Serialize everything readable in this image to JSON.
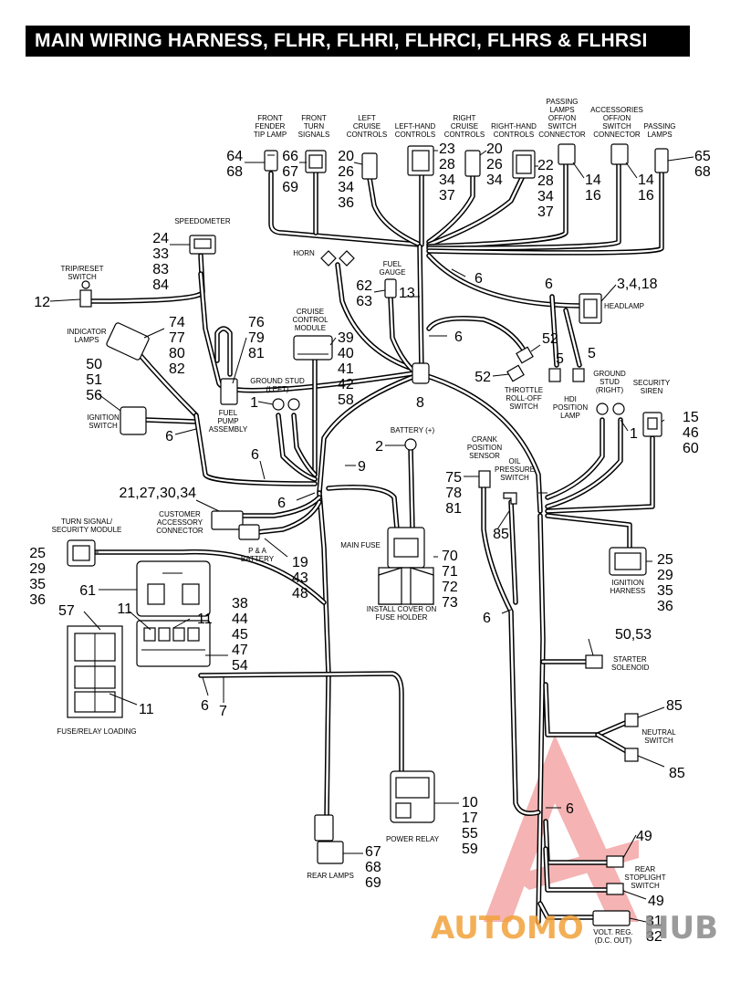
{
  "title": "MAIN WIRING HARNESS, FLHR, FLHRI, FLHRCI, FLHRS & FLHRSI",
  "watermark": {
    "text_left": "AUTOMO",
    "text_right": "HUB",
    "color_orange": "#f2a23a",
    "color_red": "#e83a3a"
  },
  "labels": {
    "front_fender_tip_lamp": [
      "FRONT",
      "FENDER",
      "TIP LAMP"
    ],
    "front_turn_signals": [
      "FRONT",
      "TURN",
      "SIGNALS"
    ],
    "left_cruise_controls": [
      "LEFT",
      "CRUISE",
      "CONTROLS"
    ],
    "left_hand_controls": [
      "LEFT-HAND",
      "CONTROLS"
    ],
    "right_cruise_controls": [
      "RIGHT",
      "CRUISE",
      "CONTROLS"
    ],
    "right_hand_controls": [
      "RIGHT-HAND",
      "CONTROLS"
    ],
    "passing_lamps_switch": [
      "PASSING",
      "LAMPS",
      "OFF/ON",
      "SWITCH",
      "CONNECTOR"
    ],
    "accessories_switch": [
      "ACCESSORIES",
      "OFF/ON",
      "SWITCH",
      "CONNECTOR"
    ],
    "passing_lamps": [
      "PASSING",
      "LAMPS"
    ],
    "speedometer": [
      "SPEEDOMETER"
    ],
    "horn": [
      "HORN"
    ],
    "fuel_gauge": [
      "FUEL",
      "GAUGE"
    ],
    "trip_reset_switch": [
      "TRIP/RESET",
      "SWITCH"
    ],
    "headlamp": [
      "HEADLAMP"
    ],
    "cruise_control_module": [
      "CRUISE",
      "CONTROL",
      "MODULE"
    ],
    "indicator_lamps": [
      "INDICATOR",
      "LAMPS"
    ],
    "throttle_rolloff_switch": [
      "THROTTLE",
      "ROLL-OFF",
      "SWITCH"
    ],
    "hdi_position_lamp": [
      "HDI",
      "POSITION",
      "LAMP"
    ],
    "ground_stud_left": [
      "GROUND STUD",
      "(LEFT)"
    ],
    "ground_stud_right": [
      "GROUND",
      "STUD",
      "(RIGHT)"
    ],
    "security_siren": [
      "SECURITY",
      "SIREN"
    ],
    "ignition_switch": [
      "IGNITION",
      "SWITCH"
    ],
    "fuel_pump_assembly": [
      "FUEL",
      "PUMP",
      "ASSEMBLY"
    ],
    "battery": [
      "BATTERY (+)"
    ],
    "crank_position_sensor": [
      "CRANK",
      "POSITION",
      "SENSOR"
    ],
    "oil_pressure_switch": [
      "OIL",
      "PRESSURE",
      "SWITCH"
    ],
    "customer_accessory_connector": [
      "CUSTOMER",
      "ACCESSORY",
      "CONNECTOR"
    ],
    "pa_battery": [
      "P & A",
      "BATTERY"
    ],
    "turn_signal_module": [
      "TURN SIGNAL/",
      "SECURITY MODULE"
    ],
    "main_fuse": [
      "MAIN FUSE"
    ],
    "install_cover": [
      "INSTALL COVER ON",
      "FUSE HOLDER"
    ],
    "ignition_harness": [
      "IGNITION",
      "HARNESS"
    ],
    "starter_solenoid": [
      "STARTER",
      "SOLENOID"
    ],
    "fuse_relay_loading": [
      "FUSE/RELAY LOADING"
    ],
    "neutral_switch": [
      "NEUTRAL",
      "SWITCH"
    ],
    "power_relay": [
      "POWER RELAY"
    ],
    "rear_lamps": [
      "REAR LAMPS"
    ],
    "rear_stoplight_switch": [
      "REAR",
      "STOPLIGHT",
      "SWITCH"
    ],
    "volt_reg": [
      "VOLT. REG.",
      "(D.C. OUT)"
    ]
  },
  "callouts": {
    "c64_68": [
      "64",
      "68"
    ],
    "c66_69": [
      "66",
      "67",
      "69"
    ],
    "c20_36": [
      "20",
      "26",
      "34",
      "36"
    ],
    "c23_37": [
      "23",
      "28",
      "34",
      "37"
    ],
    "c20_34": [
      "20",
      "26",
      "34"
    ],
    "c22_37": [
      "22",
      "28",
      "34",
      "37"
    ],
    "c14_16a": [
      "14",
      "16"
    ],
    "c14_16b": [
      "14",
      "16"
    ],
    "c65_68": [
      "65",
      "68"
    ],
    "c24_84": [
      "24",
      "33",
      "83",
      "84"
    ],
    "c12": [
      "12"
    ],
    "c6_horn": [
      "6"
    ],
    "c62_63": [
      "62",
      "63"
    ],
    "c13": [
      "13"
    ],
    "c6_head": [
      "6"
    ],
    "c3_4_18": [
      "3,4,18"
    ],
    "c74_82": [
      "74",
      "77",
      "80",
      "82"
    ],
    "c76_81": [
      "76",
      "79",
      "81"
    ],
    "c39_58": [
      "39",
      "40",
      "41",
      "42",
      "58"
    ],
    "c6_mid": [
      "6"
    ],
    "c52a": [
      "52"
    ],
    "c5a": [
      "5"
    ],
    "c5b": [
      "5"
    ],
    "c52b": [
      "52"
    ],
    "c50_56": [
      "50",
      "51",
      "56"
    ],
    "c1a": [
      "1"
    ],
    "c8": [
      "8"
    ],
    "c15_60": [
      "15",
      "46",
      "60"
    ],
    "c1b": [
      "1"
    ],
    "c6_ign": [
      "6"
    ],
    "c2": [
      "2"
    ],
    "c6_b": [
      "6"
    ],
    "c9": [
      "9"
    ],
    "c75_81": [
      "75",
      "78",
      "81"
    ],
    "c6_c": [
      "6"
    ],
    "c21_34": [
      "21,27,30,34"
    ],
    "c85a": [
      "85"
    ],
    "c19_48": [
      "19",
      "43",
      "48"
    ],
    "c25_36a": [
      "25",
      "29",
      "35",
      "36"
    ],
    "c70_73": [
      "70",
      "71",
      "72",
      "73"
    ],
    "c25_36b": [
      "25",
      "29",
      "35",
      "36"
    ],
    "c61": [
      "61"
    ],
    "c11a": [
      "11"
    ],
    "c11b": [
      "11"
    ],
    "c38_54": [
      "38",
      "44",
      "45",
      "47",
      "54"
    ],
    "c57": [
      "57"
    ],
    "c6_d": [
      "6"
    ],
    "c50_53": [
      "50,53"
    ],
    "c6_e": [
      "6"
    ],
    "c7": [
      "7"
    ],
    "c11c": [
      "11"
    ],
    "c85b": [
      "85"
    ],
    "c85c": [
      "85"
    ],
    "c6_f": [
      "6"
    ],
    "c10_59": [
      "10",
      "17",
      "55",
      "59"
    ],
    "c49a": [
      "49"
    ],
    "c49b": [
      "49"
    ],
    "c67_69": [
      "67",
      "68",
      "69"
    ],
    "c31_32": [
      "31",
      "32"
    ]
  }
}
